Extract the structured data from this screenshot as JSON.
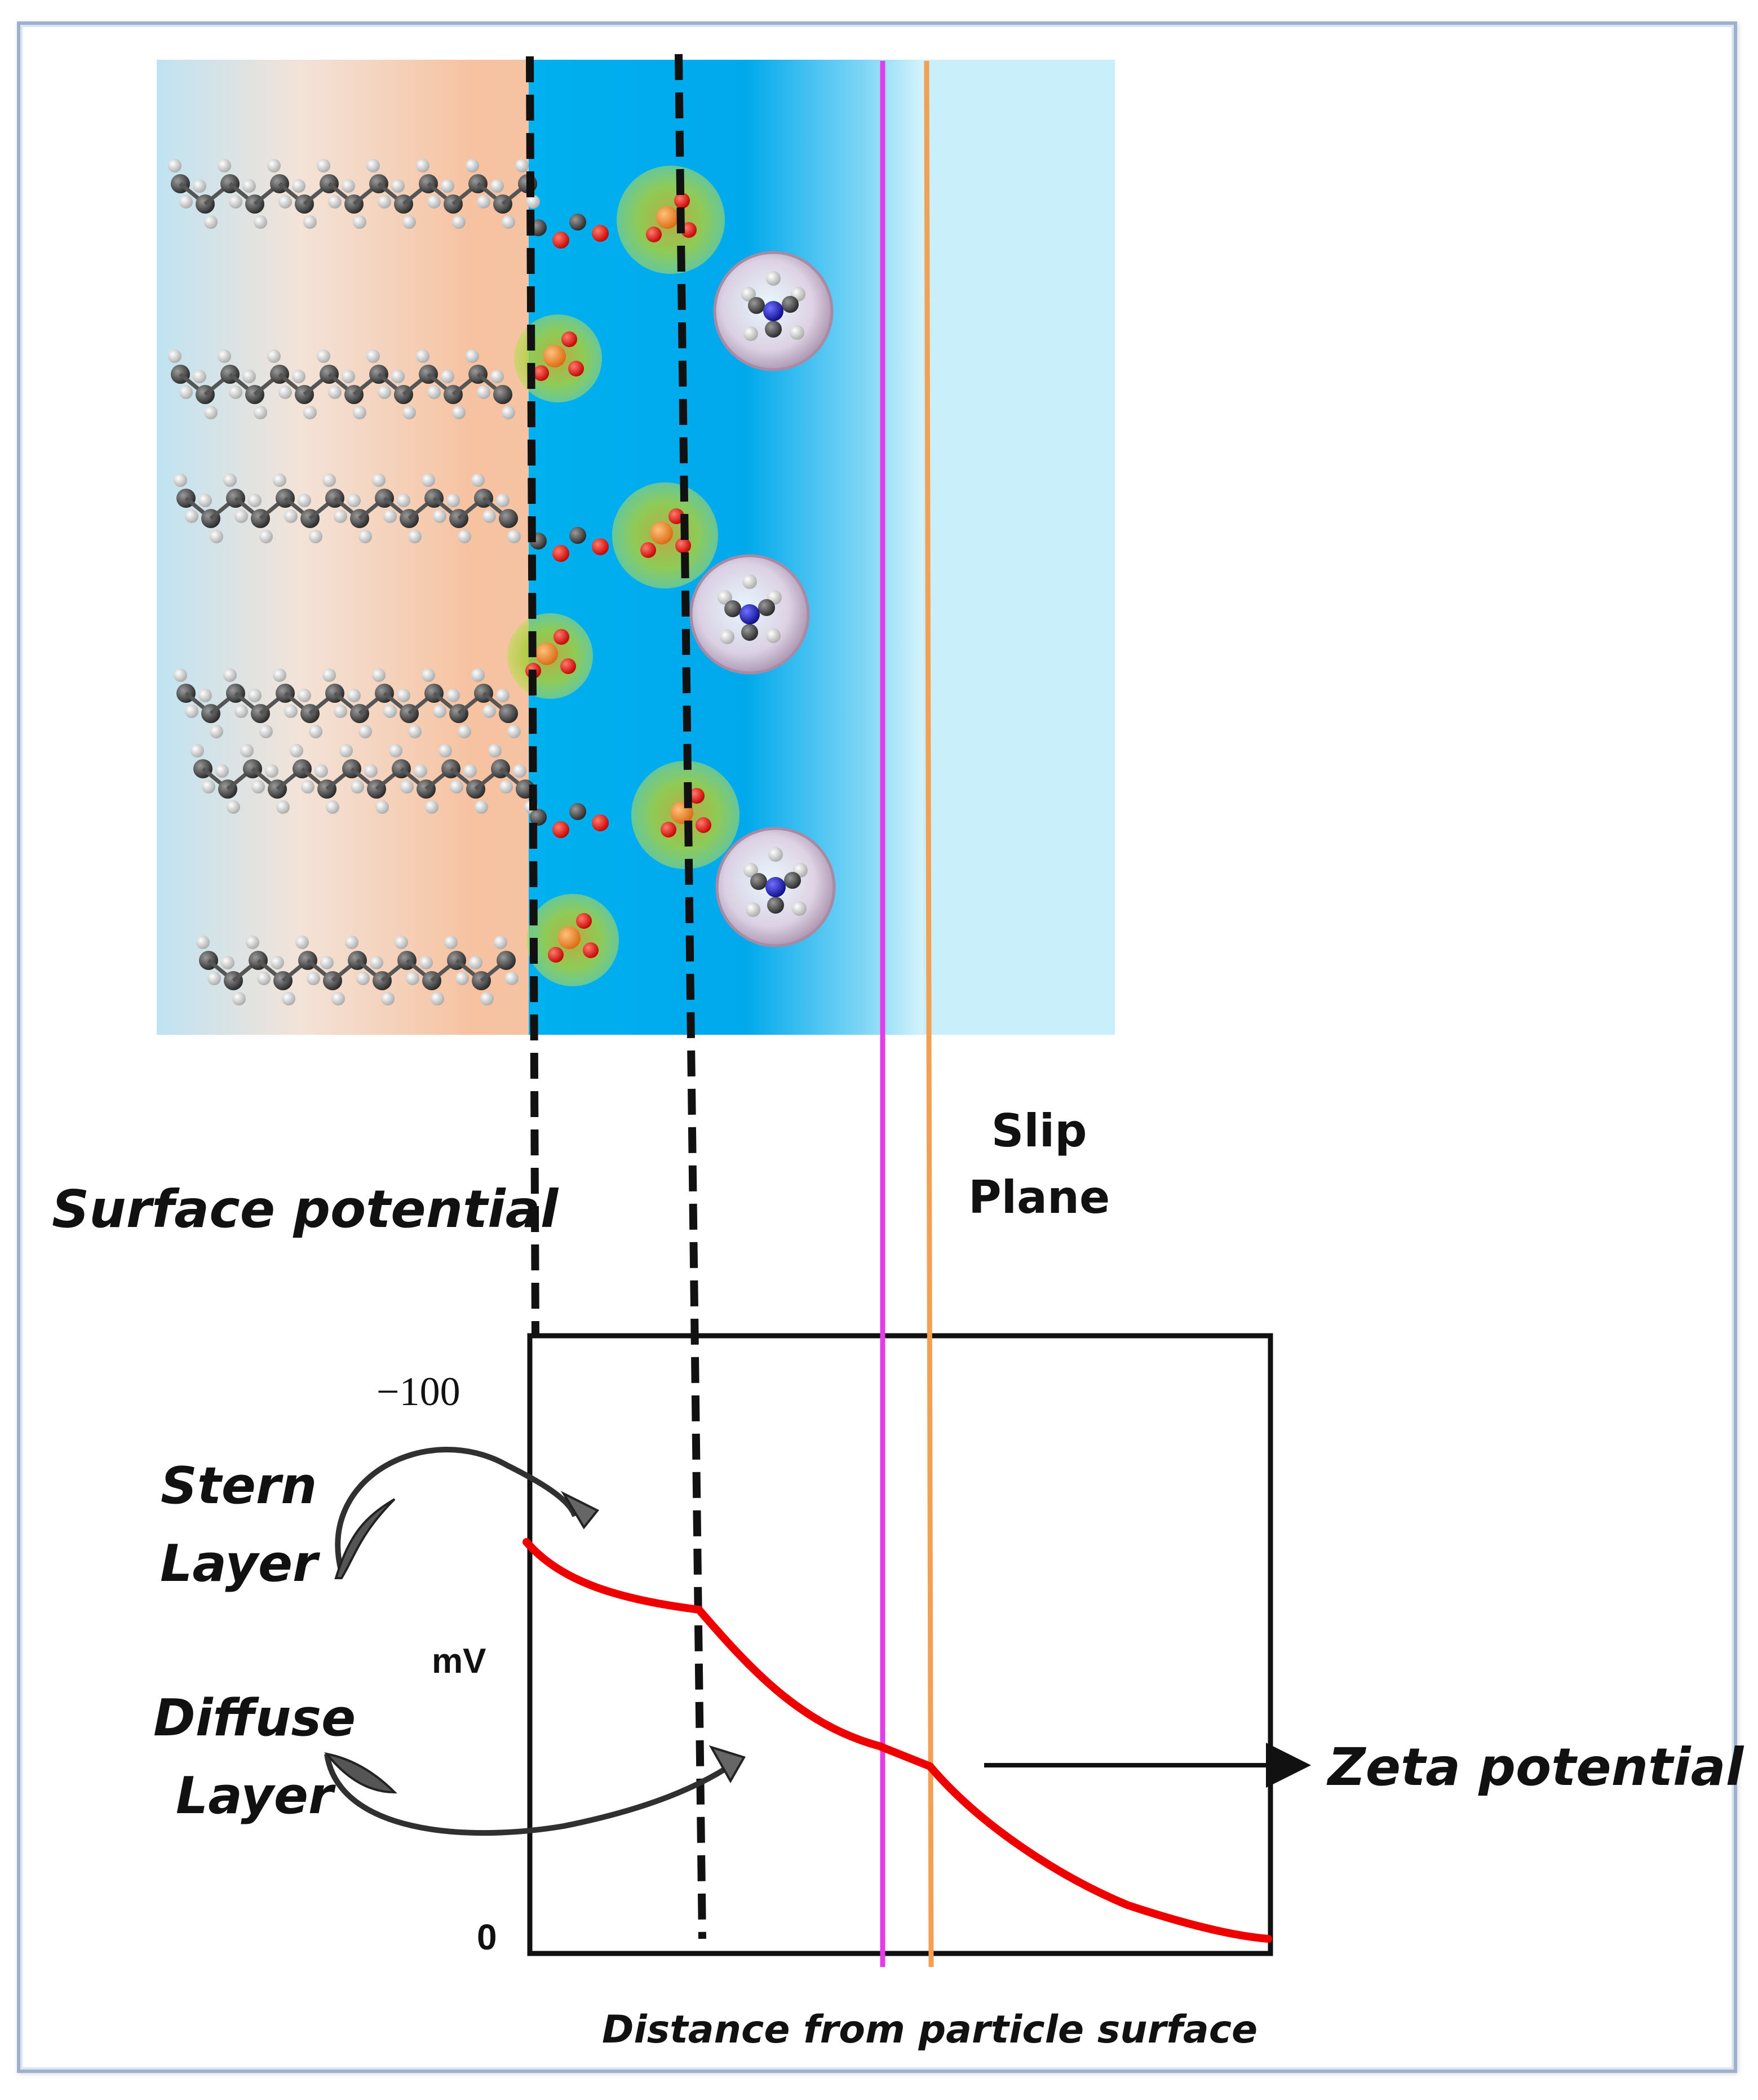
{
  "labels": {
    "surface_potential": "Surface potential",
    "slip_plane_line1": "Slip",
    "slip_plane_line2": "Plane",
    "stern_line1": "Stern",
    "stern_line2": "Layer",
    "diffuse_line1": "Diffuse",
    "diffuse_line2": "Layer",
    "zeta_potential": "Zeta potential",
    "y_tick_top": "−100",
    "y_tick_bottom": "0",
    "y_unit": "mV",
    "x_axis": "Distance from particle surface"
  },
  "colors": {
    "potential_curve": "#ee0000",
    "slip_plane_magenta": "#e23de6",
    "slip_plane_orange": "#f2a053",
    "stern_dashes": "#111111",
    "membrane_band": "#f6c6a6",
    "water_band": "#00aeef",
    "light_water": "#d2f2fc",
    "phosphate_halo": "#a8cf3a",
    "choline_halo": "#d9c4d6",
    "oxygen": "#ee1c1c",
    "phosphorus": "#f58220",
    "nitrogen": "#1b1bd6",
    "carbon": "#3a3a3a",
    "hydrogen": "#e9e9e9"
  },
  "icons": [
    "lipid-tail-icon",
    "phosphate-group-icon",
    "choline-group-icon",
    "curved-arrow-icon"
  ]
}
